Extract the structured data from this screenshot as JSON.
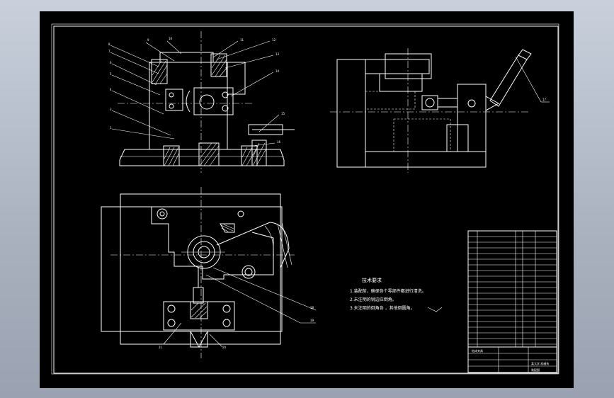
{
  "drawing": {
    "tech_requirements": {
      "title": "技术要求",
      "items": [
        "1.装配前，确保各个零部件都进行清洗。",
        "2.未注明的锐边应倒角。",
        "3.未注明的倒角各 ，其他倒圆角。"
      ]
    },
    "title_block": {
      "title": "钻床夹具",
      "school": "某大学 机械系",
      "drawing_no": "装配图"
    }
  }
}
